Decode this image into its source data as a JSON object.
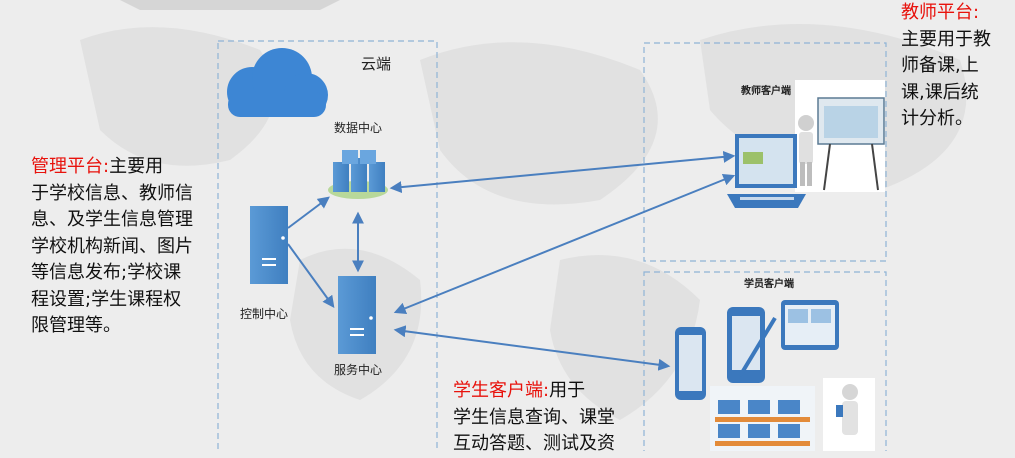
{
  "cloud": {
    "title": "云端",
    "data_center": "数据中心",
    "control_center": "控制中心",
    "service_center": "服务中心"
  },
  "teacher_client": {
    "title": "教师客户端"
  },
  "student_client": {
    "title": "学员客户端"
  },
  "management": {
    "heading": "管理平台:",
    "lines": [
      "主要用",
      "于学校信息、教师信",
      "息、及学生信息管理",
      "学校机构新闻、图片",
      "等信息发布;学校课",
      "程设置;学生课程权",
      "限管理等。"
    ]
  },
  "teacher_platform": {
    "heading": "教师平台:",
    "lines": [
      "主要用于教",
      "师备课,上",
      "课,课后统",
      "计分析。"
    ]
  },
  "student_platform": {
    "heading": "学生客户端:",
    "lines": [
      "用于",
      "学生信息查询、课堂",
      "互动答题、测试及资"
    ]
  },
  "colors": {
    "highlight": "#e8120c",
    "arrow": "#4a7fbf",
    "server": "#4d8fd0",
    "dash": "#8fb4d6"
  }
}
